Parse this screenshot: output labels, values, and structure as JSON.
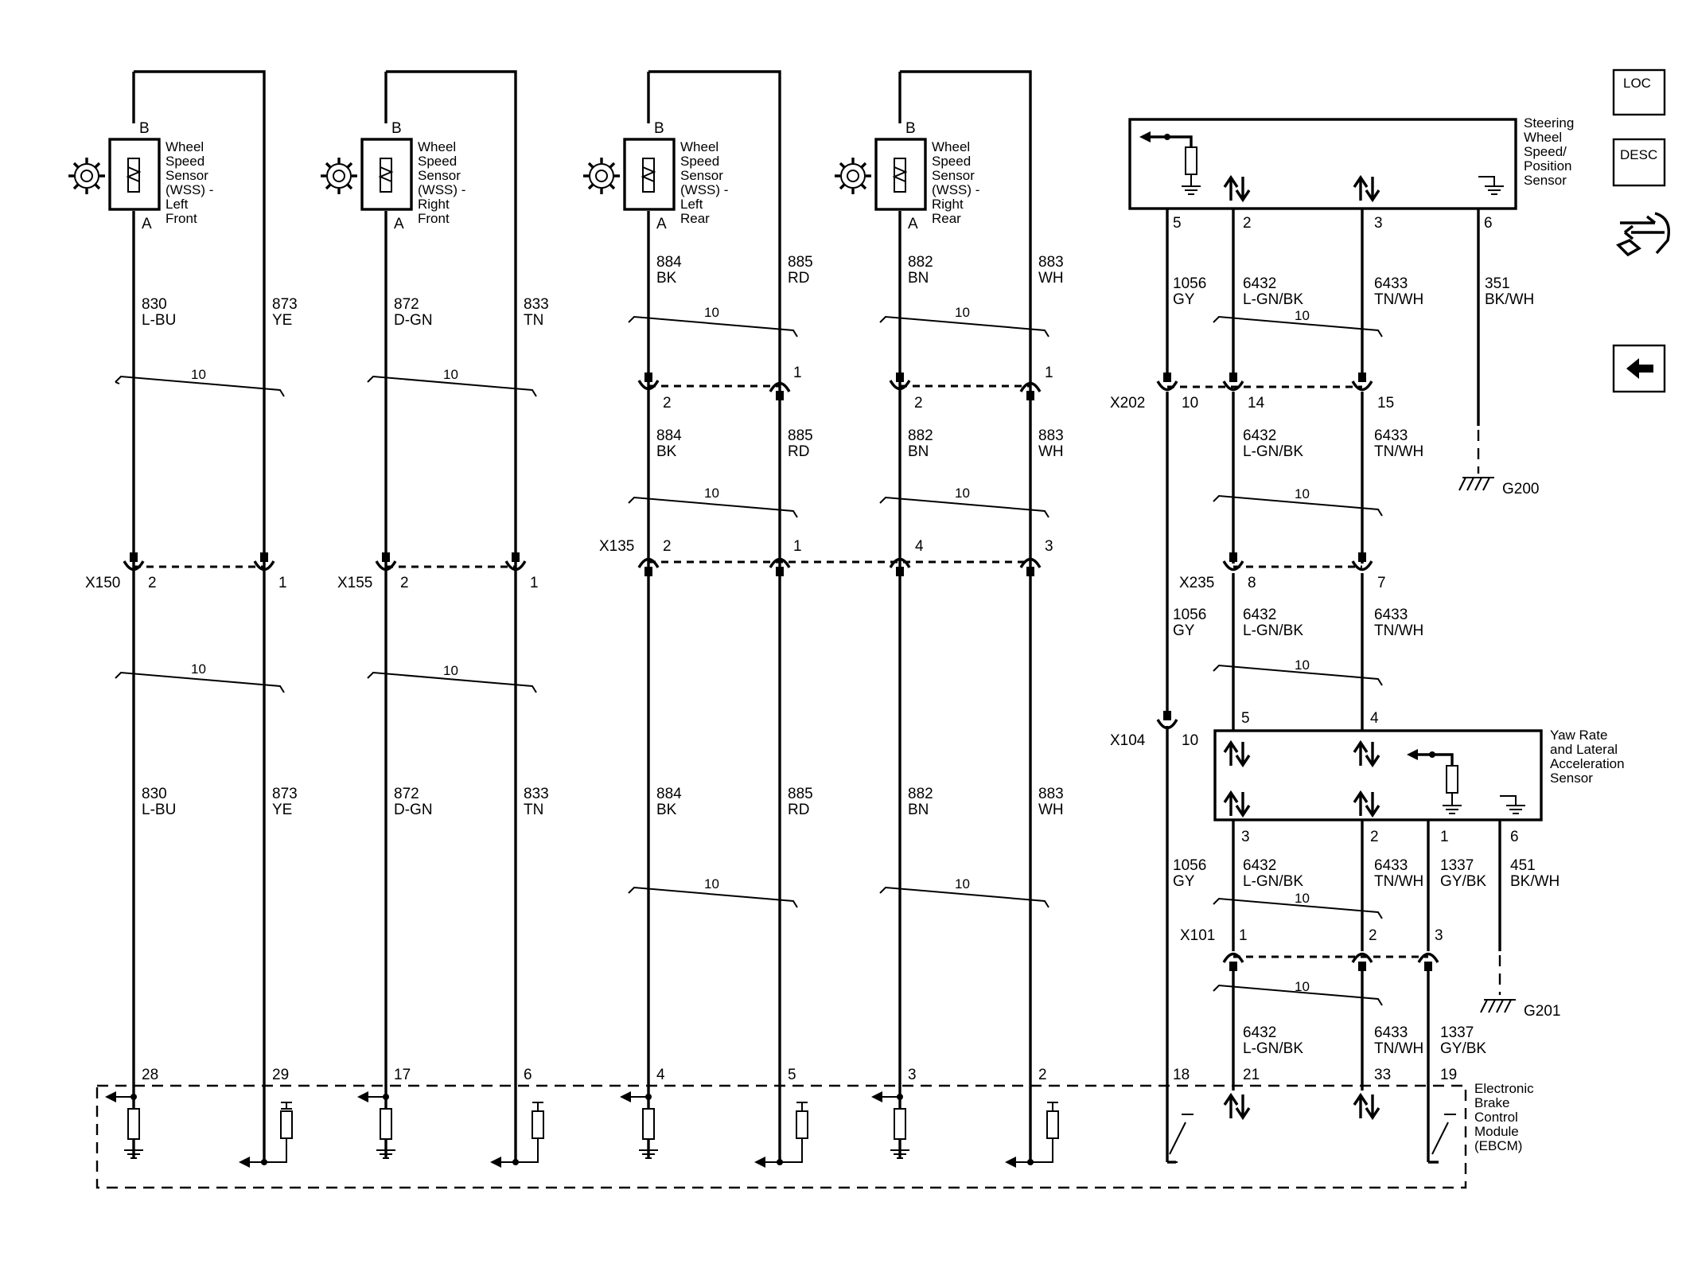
{
  "wss_sensors": [
    {
      "id": "lf",
      "name_lines": [
        "Wheel",
        "Speed",
        "Sensor",
        "(WSS) -",
        "Left",
        "Front"
      ],
      "pin_top": "B",
      "pin_bottom": "A"
    },
    {
      "id": "rf",
      "name_lines": [
        "Wheel",
        "Speed",
        "Sensor",
        "(WSS) -",
        "Right",
        "Front"
      ],
      "pin_top": "B",
      "pin_bottom": "A"
    },
    {
      "id": "lr",
      "name_lines": [
        "Wheel",
        "Speed",
        "Sensor",
        "(WSS) -",
        "Left",
        "Rear"
      ],
      "pin_top": "B",
      "pin_bottom": "A"
    },
    {
      "id": "rr",
      "name_lines": [
        "Wheel",
        "Speed",
        "Sensor",
        "(WSS) -",
        "Right",
        "Rear"
      ],
      "pin_top": "B",
      "pin_bottom": "A"
    }
  ],
  "front_wires": [
    {
      "circuit": "830",
      "color": "L-BU",
      "ebcm_pin": "28",
      "conn_pin": "2"
    },
    {
      "circuit": "873",
      "color": "YE",
      "ebcm_pin": "29",
      "conn_pin": "1"
    },
    {
      "circuit": "872",
      "color": "D-GN",
      "ebcm_pin": "17",
      "conn_pin": "2"
    },
    {
      "circuit": "833",
      "color": "TN",
      "ebcm_pin": "6",
      "conn_pin": "1"
    }
  ],
  "front_connectors": [
    "X150",
    "X155"
  ],
  "rear_wires": [
    {
      "circuit": "884",
      "color": "BK",
      "ebcm_pin": "4",
      "x135_pin": "2",
      "inline_pin": "2"
    },
    {
      "circuit": "885",
      "color": "RD",
      "ebcm_pin": "5",
      "x135_pin": "1",
      "inline_pin": "1"
    },
    {
      "circuit": "882",
      "color": "BN",
      "ebcm_pin": "3",
      "x135_pin": "4",
      "inline_pin": "2"
    },
    {
      "circuit": "883",
      "color": "WH",
      "ebcm_pin": "2",
      "x135_pin": "3",
      "inline_pin": "1"
    }
  ],
  "rear_connector": "X135",
  "twist_label": "10",
  "steering_sensor": {
    "name_lines": [
      "Steering",
      "Wheel",
      "Speed/",
      "Position",
      "Sensor"
    ],
    "pins": [
      "5",
      "2",
      "3",
      "6"
    ]
  },
  "steering_wires": [
    {
      "circuit": "1056",
      "color": "GY"
    },
    {
      "circuit": "6432",
      "color": "L-GN/BK"
    },
    {
      "circuit": "6433",
      "color": "TN/WH"
    },
    {
      "circuit": "351",
      "color": "BK/WH"
    }
  ],
  "x202": {
    "name": "X202",
    "pins": [
      "10",
      "14",
      "15"
    ]
  },
  "x235": {
    "name": "X235",
    "pins": [
      "8",
      "7"
    ]
  },
  "x104": {
    "name": "X104",
    "pin": "10"
  },
  "x101": {
    "name": "X101",
    "pins": [
      "1",
      "2",
      "3"
    ]
  },
  "grounds": [
    "G200",
    "G201"
  ],
  "yaw_sensor": {
    "name_lines": [
      "Yaw Rate",
      "and Lateral",
      "Acceleration",
      "Sensor"
    ],
    "top_pins": [
      "5",
      "4"
    ],
    "bottom_pins": [
      "3",
      "2",
      "1",
      "6"
    ]
  },
  "yaw_wires": [
    {
      "circuit": "6432",
      "color": "L-GN/BK"
    },
    {
      "circuit": "6433",
      "color": "TN/WH"
    },
    {
      "circuit": "1337",
      "color": "GY/BK"
    },
    {
      "circuit": "451",
      "color": "BK/WH"
    }
  ],
  "ebcm": {
    "name_lines": [
      "Electronic",
      "Brake",
      "Control",
      "Module",
      "(EBCM)"
    ],
    "right_pins": [
      "18",
      "21",
      "33",
      "19"
    ]
  },
  "nav": {
    "loc": "LOC",
    "desc": "DESC"
  }
}
